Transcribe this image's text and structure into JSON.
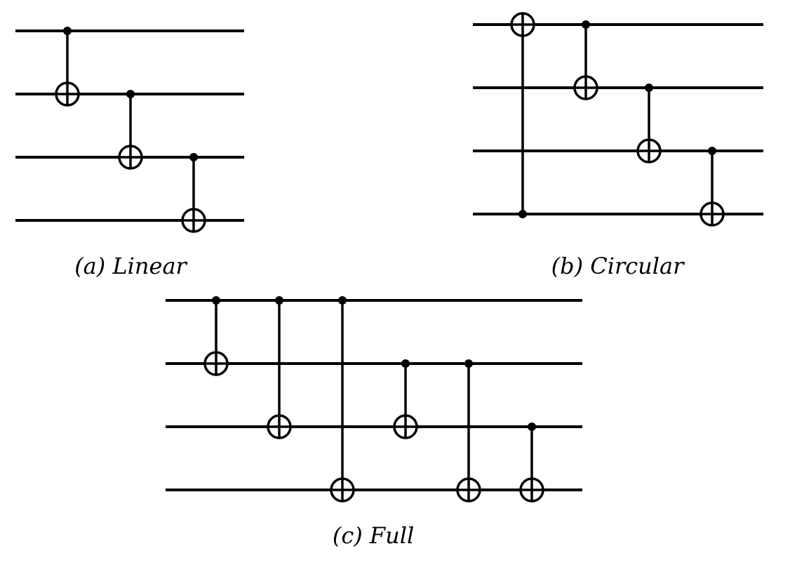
{
  "figure": {
    "panels": [
      {
        "id": "linear",
        "caption": "(a) Linear",
        "qubits": 4,
        "gates": [
          {
            "control": 0,
            "target": 1
          },
          {
            "control": 1,
            "target": 2
          },
          {
            "control": 2,
            "target": 3
          }
        ]
      },
      {
        "id": "circular",
        "caption": "(b) Circular",
        "qubits": 4,
        "gates": [
          {
            "control": 3,
            "target": 0
          },
          {
            "control": 0,
            "target": 1
          },
          {
            "control": 1,
            "target": 2
          },
          {
            "control": 2,
            "target": 3
          }
        ]
      },
      {
        "id": "full",
        "caption": "(c) Full",
        "qubits": 4,
        "gates": [
          {
            "control": 0,
            "target": 1
          },
          {
            "control": 0,
            "target": 2
          },
          {
            "control": 0,
            "target": 3
          },
          {
            "control": 1,
            "target": 2
          },
          {
            "control": 1,
            "target": 3
          },
          {
            "control": 2,
            "target": 3
          }
        ]
      }
    ]
  }
}
